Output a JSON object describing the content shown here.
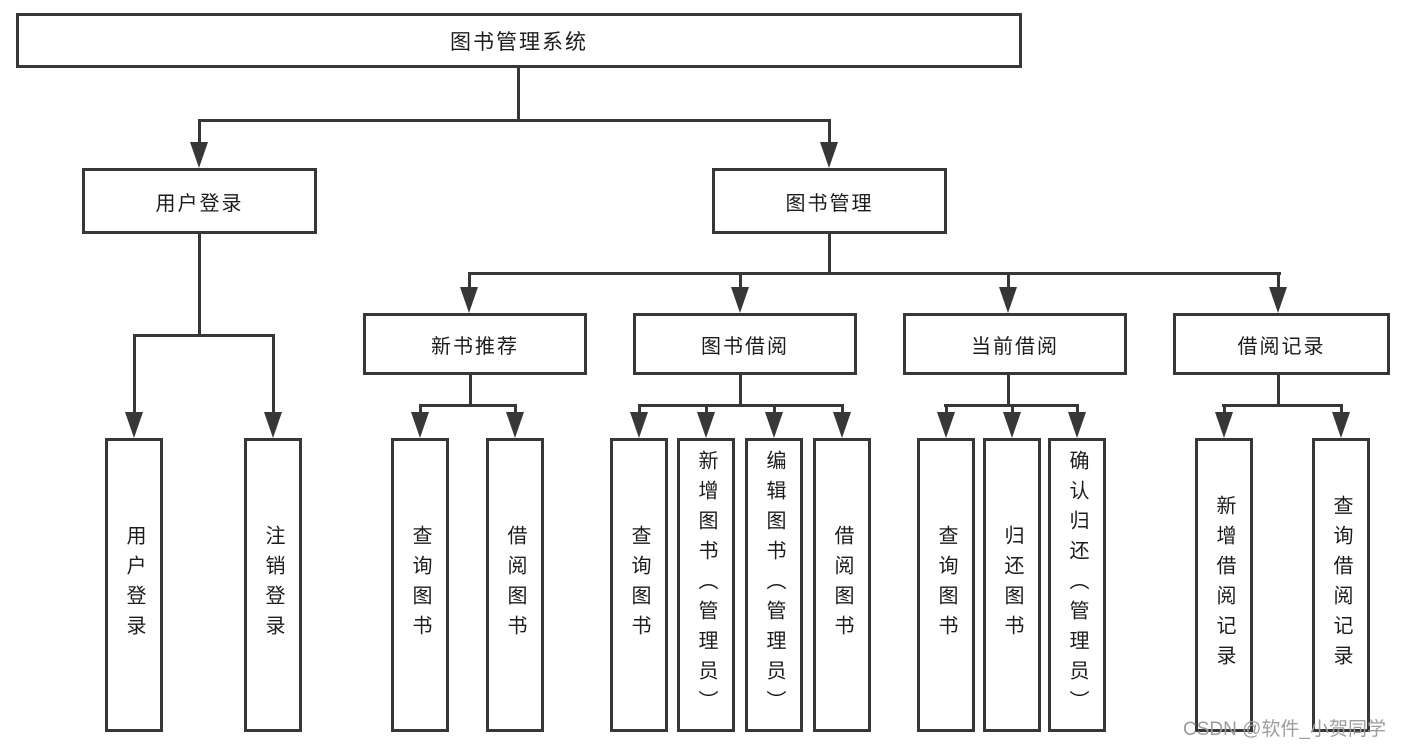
{
  "diagram": {
    "title": "图书管理系统",
    "children": [
      {
        "label": "用户登录",
        "children": [
          {
            "label": "用户登录"
          },
          {
            "label": "注销登录"
          }
        ]
      },
      {
        "label": "图书管理",
        "children": [
          {
            "label": "新书推荐",
            "children": [
              {
                "label": "查询图书"
              },
              {
                "label": "借阅图书"
              }
            ]
          },
          {
            "label": "图书借阅",
            "children": [
              {
                "label": "查询图书"
              },
              {
                "label": "新增图书（管理员）"
              },
              {
                "label": "编辑图书（管理员）"
              },
              {
                "label": "借阅图书"
              }
            ]
          },
          {
            "label": "当前借阅",
            "children": [
              {
                "label": "查询图书"
              },
              {
                "label": "归还图书"
              },
              {
                "label": "确认归还（管理员）"
              }
            ]
          },
          {
            "label": "借阅记录",
            "children": [
              {
                "label": "新增借阅记录"
              },
              {
                "label": "查询借阅记录"
              }
            ]
          }
        ]
      }
    ]
  },
  "watermark": {
    "text": "CSDN @软件_小贺同学"
  },
  "colors": {
    "line": "#373737",
    "text": "#1c1c1c",
    "watermark": "#9d9d9d",
    "background": "#ffffff"
  }
}
